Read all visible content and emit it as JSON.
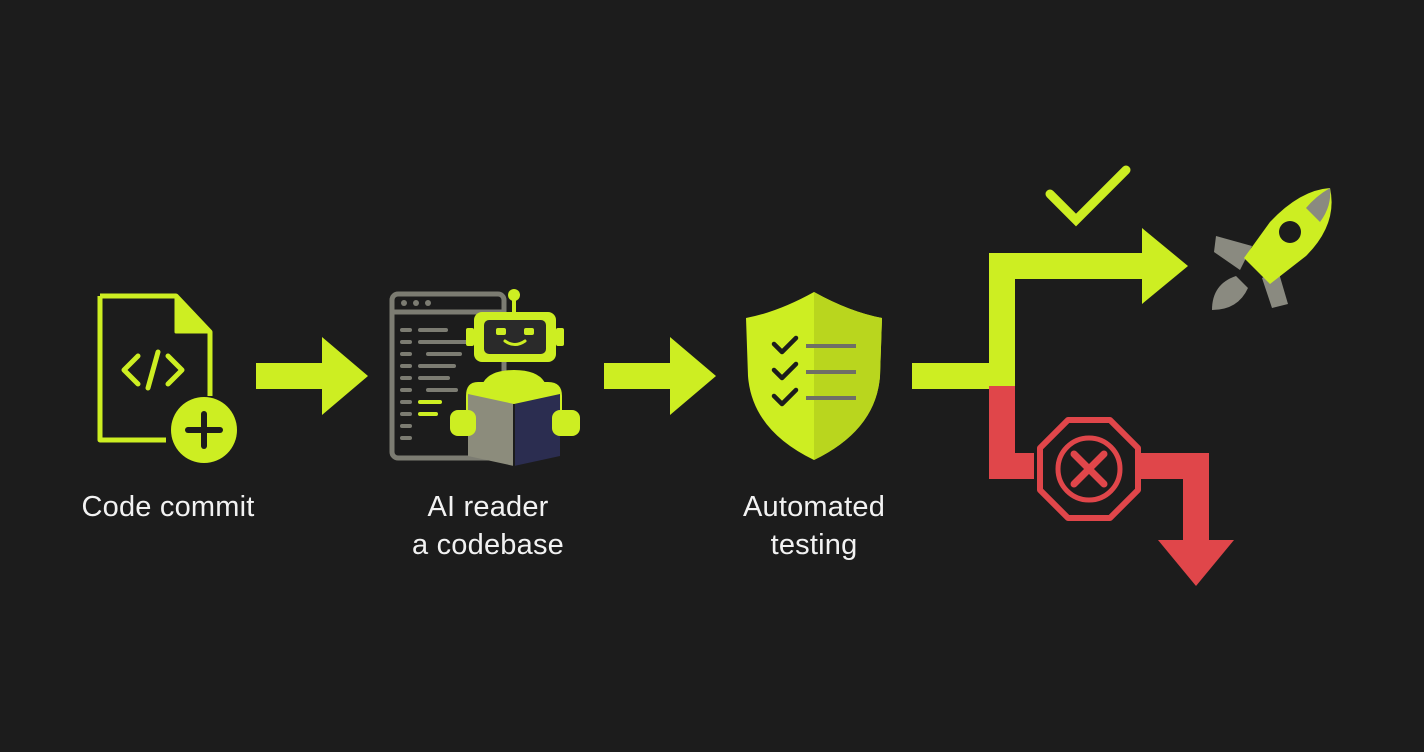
{
  "steps": {
    "commit": {
      "line1": "Code commit"
    },
    "reader": {
      "line1": "AI reader",
      "line2": "a codebase"
    },
    "testing": {
      "line1": "Automated",
      "line2": "testing"
    }
  },
  "colors": {
    "background": "#1c1c1c",
    "accent": "#cdee22",
    "failure": "#e0464a",
    "muted": "#8a8a80",
    "text": "#f2f2f2"
  },
  "icons": {
    "commit": "code-file-plus-icon",
    "reader": "robot-reading-book-icon",
    "testing": "shield-checklist-icon",
    "success": "checkmark-icon",
    "deploy": "rocket-icon",
    "failure": "stop-x-icon"
  }
}
